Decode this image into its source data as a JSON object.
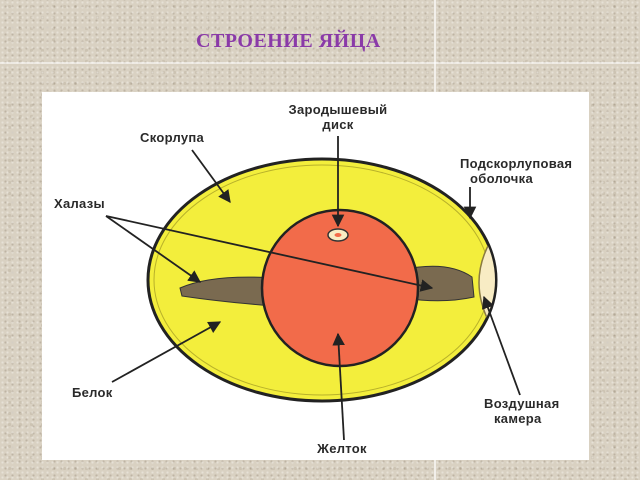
{
  "title": "СТРОЕНИЕ ЯЙЦА",
  "labels": {
    "embryo_disc": [
      "Зародышевый",
      "диск"
    ],
    "shell": "Скорлупа",
    "membrane": [
      "Подскорлуповая",
      "оболочка"
    ],
    "chalazae": "Халазы",
    "albumen": "Белок",
    "air_cell": [
      "Воздушная",
      "камера"
    ],
    "yolk": "Желток"
  },
  "colors": {
    "title": "#8a3aa8",
    "albumen": "#f3ee3c",
    "yolk": "#f26b4a",
    "air_cell": "#f8ecc4",
    "outline": "#222222"
  }
}
